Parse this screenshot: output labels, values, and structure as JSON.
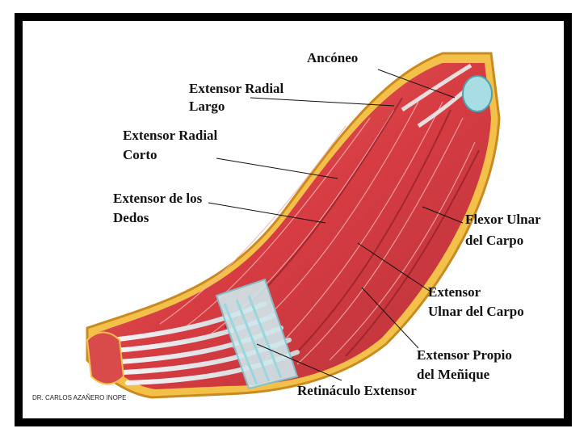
{
  "labels": {
    "anconeo": "Ancóneo",
    "extensor_radial_largo_1": "Extensor Radial",
    "extensor_radial_largo_2": "Largo",
    "extensor_radial_corto_1": "Extensor Radial",
    "extensor_radial_corto_2": "Corto",
    "extensor_dedos_1": "Extensor de los",
    "extensor_dedos_2": "Dedos",
    "flexor_ulnar_1": "Flexor Ulnar",
    "flexor_ulnar_2": "del Carpo",
    "extensor_ulnar_1": "Extensor",
    "extensor_ulnar_2": "Ulnar del Carpo",
    "extensor_propio_1": "Extensor Propio",
    "extensor_propio_2": "del Meñique",
    "retinaculo": "Retináculo Extensor"
  },
  "credit": "DR. CARLOS AZAÑERO INOPE",
  "colors": {
    "muscle": "#d94a4a",
    "muscle_dark": "#b52e33",
    "tendon": "#e6e6ea",
    "skin": "#f3c04a",
    "retinaculum": "#a8dde4",
    "bone": "#9fd6dc"
  }
}
